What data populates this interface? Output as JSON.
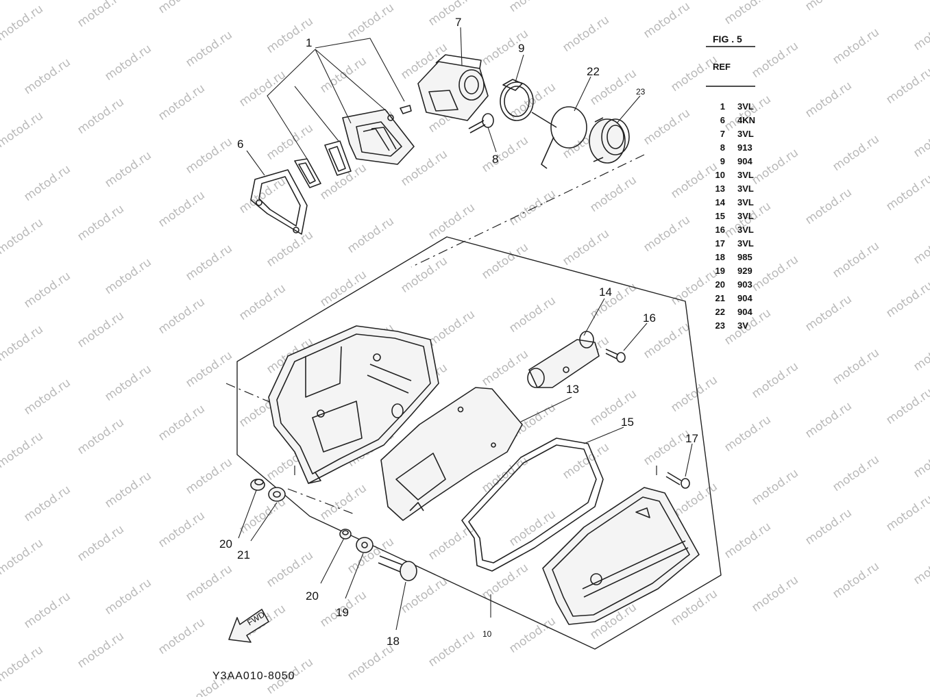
{
  "figure": {
    "fig_label": "FIG . 5",
    "ref_header": "REF",
    "drawing_code": "Y3AA010-8050",
    "fwd_label": "FWD",
    "watermark": "motod.ru"
  },
  "callouts": {
    "c1": "1",
    "c6": "6",
    "c7": "7",
    "c8": "8",
    "c9": "9",
    "c22": "22",
    "c23": "23",
    "c14": "14",
    "c16": "16",
    "c13": "13",
    "c15": "15",
    "c17": "17",
    "c20a": "20",
    "c21": "21",
    "c20b": "20",
    "c19": "19",
    "c18": "18",
    "c10": "10"
  },
  "parts_table": [
    {
      "ref": "1",
      "code": "3VL"
    },
    {
      "ref": "6",
      "code": "4KN"
    },
    {
      "ref": "7",
      "code": "3VL"
    },
    {
      "ref": "8",
      "code": "913"
    },
    {
      "ref": "9",
      "code": "904"
    },
    {
      "ref": "10",
      "code": "3VL"
    },
    {
      "ref": "13",
      "code": "3VL"
    },
    {
      "ref": "14",
      "code": "3VL"
    },
    {
      "ref": "15",
      "code": "3VL"
    },
    {
      "ref": "16",
      "code": "3VL"
    },
    {
      "ref": "17",
      "code": "3VL"
    },
    {
      "ref": "18",
      "code": "985"
    },
    {
      "ref": "19",
      "code": "929"
    },
    {
      "ref": "20",
      "code": "903"
    },
    {
      "ref": "21",
      "code": "904"
    },
    {
      "ref": "22",
      "code": "904"
    },
    {
      "ref": "23",
      "code": "3V"
    }
  ]
}
